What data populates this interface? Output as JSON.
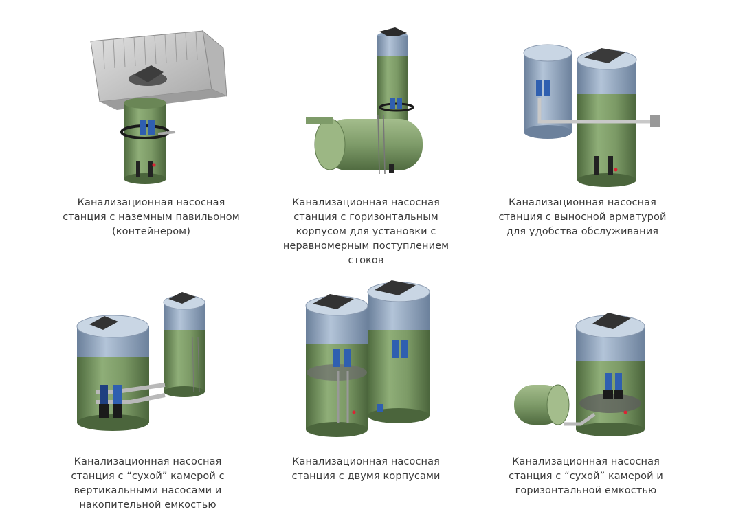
{
  "stations": [
    {
      "caption": "Канализационная насосная\nстанция с наземным павильоном\n(контейнером)"
    },
    {
      "caption": "Канализационная насосная\nстанция с горизонтальным\nкорпусом для установки с\nнеравномерным поступлением\nстоков"
    },
    {
      "caption": "Канализационная насосная\nстанция с выносной арматурой\nдля удобства обслуживания"
    },
    {
      "caption": "Канализационная насосная\nстанция с “сухой” камерой с\nвертикальными насосами и\nнакопительной емкостью"
    },
    {
      "caption": "Канализационная насосная\nстанция с двумя корпусами"
    },
    {
      "caption": "Канализационная насосная\nстанция с “сухой” камерой и\nгоризонтальной емкостью"
    }
  ],
  "colors": {
    "tank_green": "#7f9a6a",
    "tank_dark": "#4f6a3f",
    "cap_blue": "#8ea3bd",
    "pump_blue": "#2f5fb0",
    "pavilion_gray": "#c9c9c9",
    "caption_text": "#3a3a3a"
  }
}
